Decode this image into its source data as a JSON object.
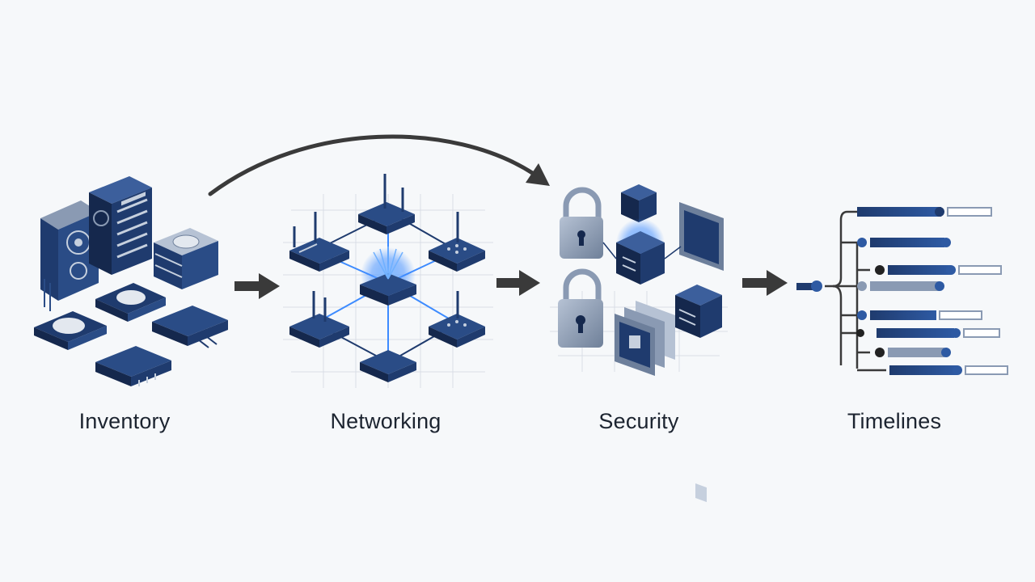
{
  "stages": [
    {
      "id": "inventory",
      "label": "Inventory",
      "icon": "server-storage-icon"
    },
    {
      "id": "networking",
      "label": "Networking",
      "icon": "network-hub-icon"
    },
    {
      "id": "security",
      "label": "Security",
      "icon": "security-lock-icon"
    },
    {
      "id": "timelines",
      "label": "Timelines",
      "icon": "timeline-tree-icon"
    }
  ],
  "colors": {
    "background": "#f6f8fa",
    "navy": "#1f3b6e",
    "navy_dark": "#15284d",
    "steel": "#6d7f9b",
    "light_steel": "#c6d0de",
    "glow": "#3d8bff",
    "arrow": "#3a3a3a",
    "grid": "#d9dee6"
  }
}
